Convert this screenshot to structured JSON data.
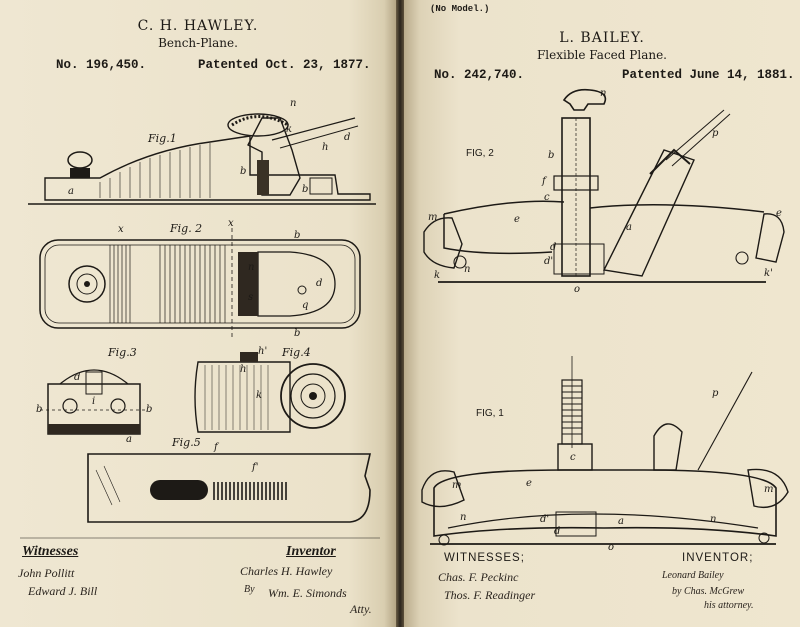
{
  "left_patent": {
    "inventor_name": "C. H. HAWLEY.",
    "title": "Bench-Plane.",
    "number": "No. 196,450.",
    "date": "Patented Oct. 23, 1877.",
    "figures": {
      "fig1": "Fig.1",
      "fig2": "Fig. 2",
      "fig3": "Fig.3",
      "fig4": "Fig.4",
      "fig5": "Fig.5"
    },
    "witnesses_label": "Witnesses",
    "witness_1": "John Pollitt",
    "witness_2": "Edward J. Bill",
    "inventor_label": "Inventor",
    "inventor_signature": "Charles H. Hawley",
    "by_label": "By",
    "attorney_signature": "Wm. E. Simonds",
    "attorney_abbrev": "Atty."
  },
  "right_patent": {
    "no_model": "(No Model.)",
    "inventor_name": "L. BAILEY.",
    "title": "Flexible Faced Plane.",
    "number": "No. 242,740.",
    "date": "Patented June 14, 1881.",
    "figures": {
      "fig2": "FIG, 2",
      "fig1": "FIG, 1"
    },
    "witnesses_label": "WITNESSES;",
    "witness_1": "Chas. F. Peckinc",
    "witness_2": "Thos. F. Readinger",
    "inventor_label": "INVENTOR;",
    "inventor_signature": "Leonard Bailey",
    "attorney_signature": "by Chas. McGrew",
    "attorney_note": "his attorney."
  },
  "drawing_labels": {
    "left_fig1": [
      "n",
      "k",
      "d",
      "h",
      "b",
      "b",
      "a"
    ],
    "left_fig2": [
      "x",
      "x",
      "b",
      "b",
      "q",
      "d",
      "n",
      "s"
    ],
    "left_fig3": [
      "d",
      "b",
      "b",
      "i",
      "a"
    ],
    "left_fig4": [
      "h'",
      "h",
      "k"
    ],
    "left_fig5": [
      "f",
      "f'"
    ],
    "right_fig2": [
      "n",
      "b",
      "f",
      "c",
      "e",
      "a",
      "d",
      "d'",
      "o",
      "m",
      "n",
      "k",
      "k'",
      "p",
      "e"
    ],
    "right_fig1": [
      "p",
      "m",
      "e",
      "c",
      "n",
      "d'",
      "d",
      "a",
      "m",
      "n",
      "o"
    ]
  },
  "colors": {
    "paper": "#efe6cf",
    "ink": "#1d1a16",
    "gutter": "#2a241c"
  }
}
